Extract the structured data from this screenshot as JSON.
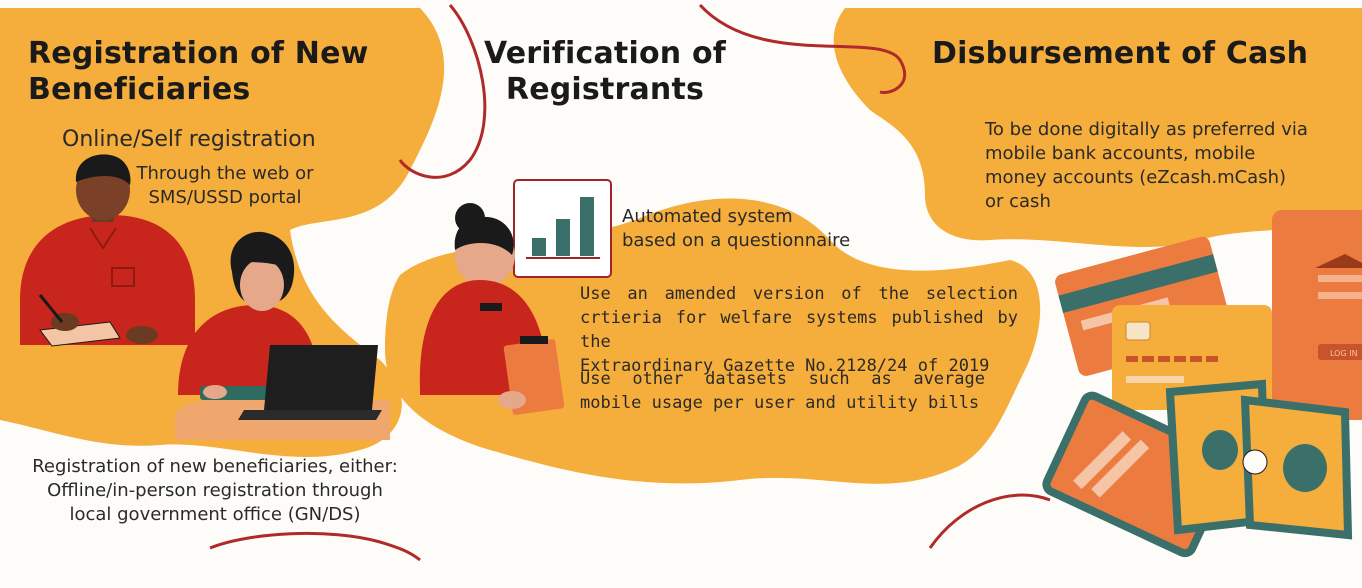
{
  "theme": {
    "blob": "#f5ad3b",
    "squiggle": "#b02a2a",
    "shirt": "#c8261c",
    "teal": "#3a6f6a",
    "card_orange": "#ec7b40"
  },
  "columns": [
    {
      "title_line1": "Registration of New",
      "title_line2": "Beneficiaries",
      "subtitle": "Online/Self registration",
      "detail_line1": "Through the web or",
      "detail_line2": "SMS/USSD portal",
      "footer_line1": "Registration of new beneficiaries, either:",
      "footer_line2": "Offline/in-person registration through",
      "footer_line3": "local government office (GN/DS)"
    },
    {
      "title_line1": "Verification of",
      "title_line2": "Registrants",
      "system_line1": "Automated system",
      "system_line2": "based on a questionnaire",
      "criteria_line1": "Use an amended version of the selection",
      "criteria_line2": "crtieria for welfare systems published by the",
      "criteria_line3": "Extraordinary Gazette No.2128/24 of 2019",
      "datasets_line1": "Use other datasets such as average",
      "datasets_line2": "mobile usage per user and utility bills"
    },
    {
      "title": "Disbursement of Cash",
      "body_line1": "To be done digitally as preferred via",
      "body_line2": "mobile bank accounts, mobile",
      "body_line3": "money accounts (eZcash.mCash)",
      "body_line4": "or cash",
      "phone_button": "LOG IN"
    }
  ],
  "icons": {
    "chart": "bar-chart-icon",
    "person_writing": "man-writing-illustration",
    "person_laptop": "woman-laptop-illustration",
    "person_folder": "woman-with-folder-illustration",
    "payment": "cards-phone-cash-illustration"
  }
}
